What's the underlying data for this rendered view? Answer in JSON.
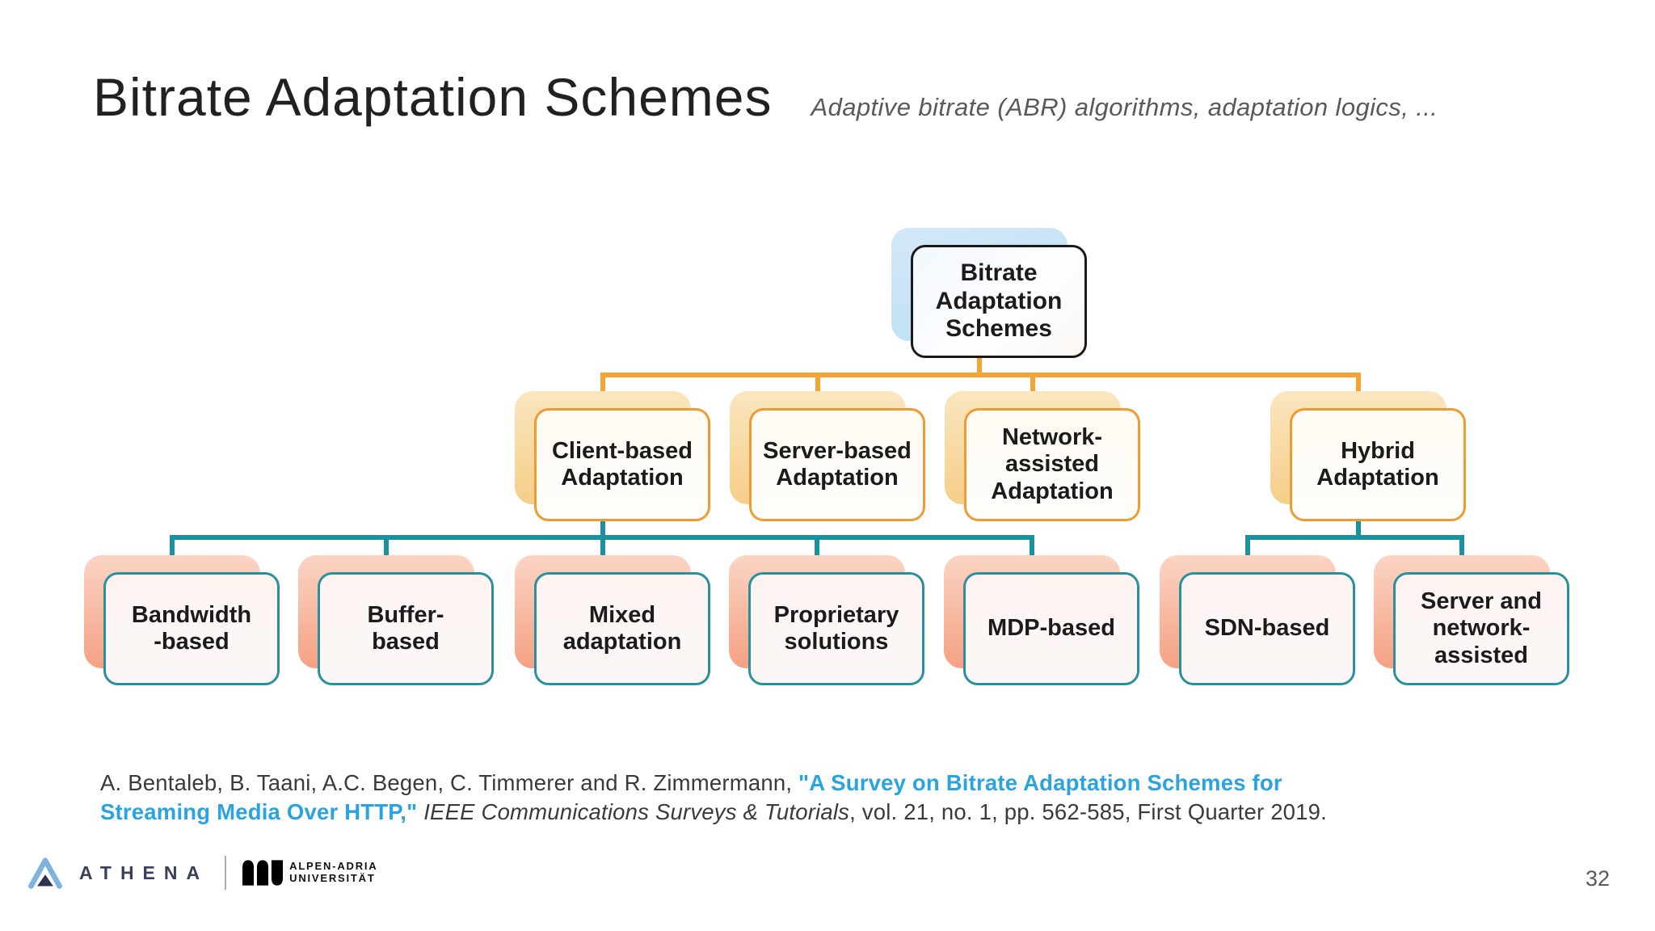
{
  "header": {
    "title": "Bitrate Adaptation Schemes",
    "subtitle": "Adaptive bitrate (ABR) algorithms, adaptation logics, ..."
  },
  "diagram": {
    "root": {
      "label": "Bitrate\nAdaptation\nSchemes"
    },
    "level2": [
      {
        "id": "client-based",
        "label": "Client-based\nAdaptation"
      },
      {
        "id": "server-based",
        "label": "Server-based\nAdaptation"
      },
      {
        "id": "network-assisted",
        "label": "Network-\nassisted\nAdaptation"
      },
      {
        "id": "hybrid",
        "label": "Hybrid\nAdaptation"
      }
    ],
    "level3": [
      {
        "id": "bandwidth-based",
        "parent": "client-based",
        "label": "Bandwidth\n-based"
      },
      {
        "id": "buffer-based",
        "parent": "client-based",
        "label": "Buffer-\nbased"
      },
      {
        "id": "mixed-adaptation",
        "parent": "client-based",
        "label": "Mixed\nadaptation"
      },
      {
        "id": "proprietary-solutions",
        "parent": "client-based",
        "label": "Proprietary\nsolutions"
      },
      {
        "id": "mdp-based",
        "parent": "client-based",
        "label": "MDP-based"
      },
      {
        "id": "sdn-based",
        "parent": "hybrid",
        "label": "SDN-based"
      },
      {
        "id": "server-network-assisted",
        "parent": "hybrid",
        "label": "Server and\nnetwork-\nassisted"
      }
    ],
    "colors": {
      "root_border": "#1a1a1a",
      "root_shadow": "#bfe0f5",
      "level2_border": "#ee9c31",
      "level2_connector": "#f5a333",
      "level2_shadow": "#f6ce88",
      "level3_border": "#2a909d",
      "level3_connector": "#1b909f",
      "level3_shadow": "#f5a183"
    }
  },
  "citation": {
    "line1_normal": "A. Bentaleb, B. Taani, A.C. Begen, C. Timmerer and R. Zimmermann, ",
    "line1_highlight": "\"A Survey on Bitrate Adaptation Schemes for",
    "line2_highlight": "Streaming Media Over HTTP,\"",
    "line2_journal_italic": " IEEE Communications Surveys & Tutorials",
    "line2_rest": ", vol. 21, no. 1, pp. 562-585, First Quarter 2019.",
    "highlight_color": "#2ba3de"
  },
  "footer": {
    "athena_label": "ATHENA",
    "university_line1": "ALPEN-ADRIA",
    "university_line2": "UNIVERSITÄT",
    "page_number": "32"
  }
}
